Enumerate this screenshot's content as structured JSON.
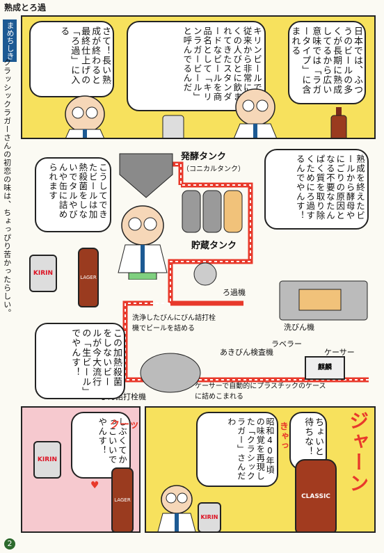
{
  "header": {
    "series_title": "熟成とろ過"
  },
  "sidebar": {
    "tag": "まめちしき",
    "note": "クラッシックラガーさんの初恋の味は、ちょっぴり苦かったらしい。"
  },
  "panel1": {
    "bubble_right": "日本では、ふつうのビールの多くが長期に熟成してるから広い意味では「ラガータイプ」に含まれる",
    "bubble_middle": "キリンビールでは従来から非常に多くの人びとに飲まれてきたスタンダードなビールを商品名として「キリンラガービール」と呼んでるんだ",
    "bubble_left": "さて！長い熟成が終わると最終仕上げの「ろ過」に入る"
  },
  "process": {
    "bubble_left": "こうしてできたビールは加熱殺菌をしないでタルやびんや缶に詰められます",
    "bubble_right": "熟成を終えたビールから酵母やにごりの原因となる不要なたんぱく質を取り除くためにろ過するんでやんす！",
    "bubble_bottom": "この加熱殺菌をしないビールが今大流行の「生ビール」でやんす！",
    "label_ferment_tank": "発酵タンク",
    "label_conical": "（コニカルタンク）",
    "label_storage_tank": "貯蔵タンク",
    "label_filter": "ろ過機",
    "label_bottle_wash": "洗びん機",
    "label_inspector": "あきびん検査機",
    "label_labeler": "ラベラー",
    "label_caser": "ケーサー",
    "label_filler": "びん詰打栓機",
    "label_filler_note": "洗浄したびんにびん詰打栓機でビールを詰める",
    "label_case_note": "ケーサーで自動的にプラスチックのケースに詰めこまれる",
    "can_text": "KIRIN",
    "bottle_text": "LAGER",
    "case_text": "麒麟"
  },
  "panel_bl": {
    "bubble": "しぶくてかっこいいでやんす！",
    "sfx": "クーッ",
    "can_text": "KIRIN",
    "bottle_text": "LAGER"
  },
  "panel_br": {
    "sfx": "ジャーン",
    "bubble_right": "ちょいと待ちな！",
    "bubble_left": "昭和40年頃の味覚を再現した「クラシックラガー」さんだわ",
    "sfx_small": "きゃっ",
    "bottle_text": "CLASSIC",
    "can_text": "KIRIN"
  },
  "footer": {
    "page_number": "2"
  },
  "colors": {
    "accent": "#e8392b",
    "yellow": "#f7e15d",
    "pink": "#f6c9cf",
    "blue": "#1d5a93"
  }
}
